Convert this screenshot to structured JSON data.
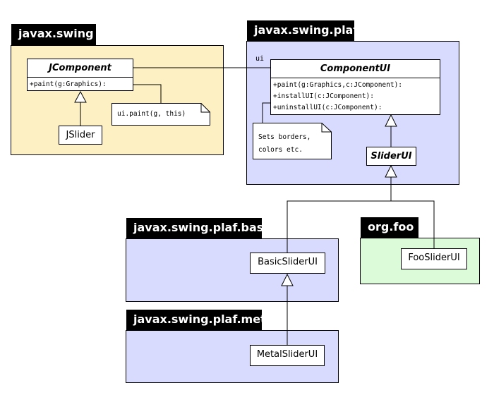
{
  "packages": {
    "swing": "javax.swing",
    "plaf": "javax.swing.plaf",
    "basic": "javax.swing.plaf.basic",
    "metal": "javax.swing.plaf.metal",
    "foo": "org.foo"
  },
  "classes": {
    "jcomponent": {
      "name": "JComponent",
      "ops": [
        "+paint(g:Graphics):"
      ]
    },
    "jslider": "JSlider",
    "componentui": {
      "name": "ComponentUI",
      "ops": [
        "+paint(g:Graphics,c:JComponent):",
        "+installUI(c:JComponent):",
        "+uninstallUI(c:JComponent):"
      ]
    },
    "sliderui": "SliderUI",
    "basicsliderui": "BasicSliderUI",
    "metalsliderui": "MetalSliderUI",
    "foosliderui": "FooSliderUI"
  },
  "notes": {
    "paint": "ui.paint(g, this)",
    "borders": [
      "Sets borders,",
      "colors etc."
    ]
  },
  "assoc_label": "ui",
  "colors": {
    "swing_fill": "#fdf0c2",
    "plaf_fill": "#d8dafe",
    "foo_fill": "#dcfbd8",
    "tab": "#000000"
  }
}
